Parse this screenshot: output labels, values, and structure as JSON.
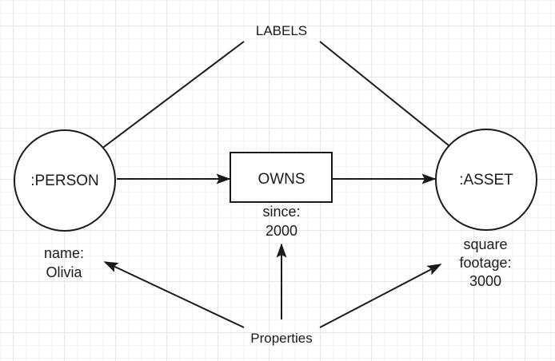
{
  "diagram": {
    "labels_title": "LABELS",
    "properties_title": "Properties",
    "nodes": {
      "person": {
        "label": ":PERSON",
        "property_line1": "name:",
        "property_line2": "Olivia"
      },
      "owns": {
        "label": "OWNS",
        "property_line1": "since:",
        "property_line2": "2000"
      },
      "asset": {
        "label": ":ASSET",
        "property_line1": "square",
        "property_line2": "footage:",
        "property_line3": "3000"
      }
    }
  },
  "colors": {
    "stroke": "#1a1a1a",
    "text": "#1a1a1a",
    "background": "#ffffff",
    "grid_minor": "#f4f4f4",
    "grid_major": "#e6e6e6"
  }
}
